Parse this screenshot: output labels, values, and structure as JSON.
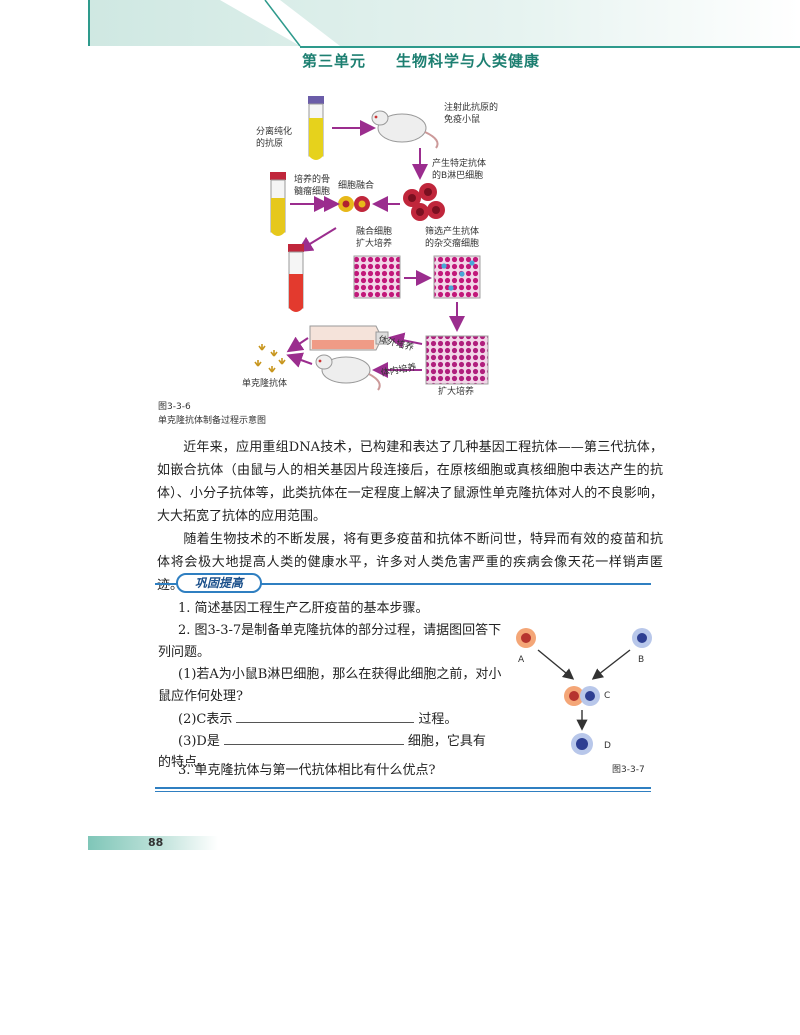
{
  "header": {
    "unit": "第三单元",
    "title": "生物科学与人类健康"
  },
  "figure": {
    "labels": {
      "purified_antigen": [
        "分离纯化",
        "的抗原"
      ],
      "inject_mouse": [
        "注射此抗原的",
        "免疫小鼠"
      ],
      "b_cells": [
        "产生特定抗体",
        "的B淋巴细胞"
      ],
      "myeloma": [
        "培养的骨",
        "髓瘤细胞"
      ],
      "fusion": "细胞融合",
      "expand_fused": [
        "融合细胞",
        "扩大培养"
      ],
      "screen": [
        "筛选产生抗体",
        "的杂交瘤细胞"
      ],
      "in_vitro": "体外培养",
      "in_vivo": "体内培养",
      "expand": "扩大培养",
      "mab": "单克隆抗体"
    },
    "caption_id": "图3-3-6",
    "caption_text": "单克隆抗体制备过程示意图"
  },
  "body": {
    "p1": "近年来，应用重组DNA技术，已构建和表达了几种基因工程抗体——第三代抗体，如嵌合抗体（由鼠与人的相关基因片段连接后，在原核细胞或真核细胞中表达产生的抗体）、小分子抗体等，此类抗体在一定程度上解决了鼠源性单克隆抗体对人的不良影响，大大拓宽了抗体的应用范围。",
    "p2": "随着生物技术的不断发展，将有更多疫苗和抗体不断问世，特异而有效的疫苗和抗体将会极大地提高人类的健康水平，许多对人类危害严重的疾病会像天花一样销声匿迹。"
  },
  "review": {
    "tag": "巩固提高",
    "q1": "1. 简述基因工程生产乙肝疫苗的基本步骤。",
    "q2": "2. 图3-3-7是制备单克隆抗体的部分过程，请据图回答下列问题。",
    "q2a": "(1)若A为小鼠B淋巴细胞，那么在获得此细胞之前，对小鼠应作何处理?",
    "q2b_pre": "(2)C表示",
    "q2b_post": "过程。",
    "q2c_pre": "(3)D是",
    "q2c_mid": "细胞，它具有",
    "q2c_post": "的特点。",
    "q3": "3. 单克隆抗体与第一代抗体相比有什么优点?",
    "fig_labels": {
      "a": "A",
      "b": "B",
      "c": "C",
      "d": "D"
    },
    "fig_caption": "图3-3-7"
  },
  "footer": {
    "page": "88"
  }
}
